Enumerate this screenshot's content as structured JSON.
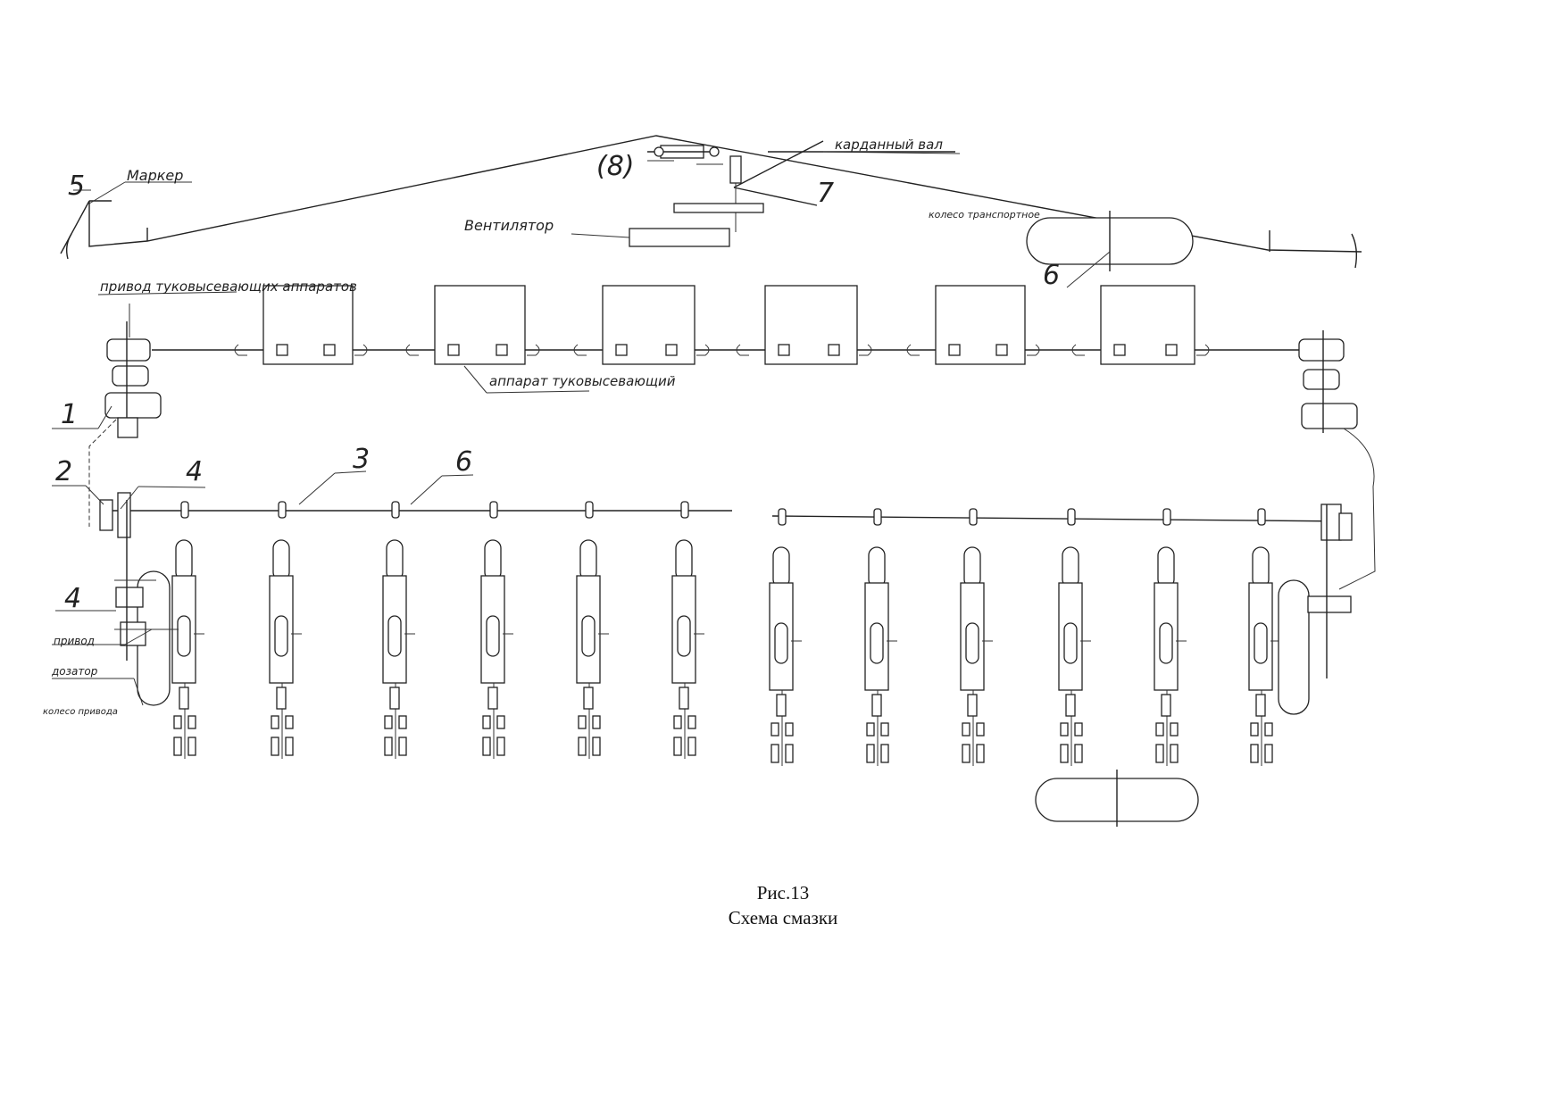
{
  "labels": {
    "marker": "Маркер",
    "cardan_shaft": "карданный вал",
    "fan": "Вентилятор",
    "transport_wheel": "колесо транспортное",
    "fert_drive": "привод туковысевающих аппаратов",
    "fert_apparatus": "аппарат туковысевающий",
    "drive": "привод",
    "dispenser": "дозатор",
    "drive_wheel": "колесо привода"
  },
  "numbers": {
    "n5": "5",
    "n8": "(8)",
    "n7": "7",
    "n6_top": "6",
    "n1": "1",
    "n2": "2",
    "n4_top": "4",
    "n3": "3",
    "n6_mid": "6",
    "n4_bottom": "4"
  },
  "caption": {
    "figure": "Рис.13",
    "title": "Схема смазки"
  }
}
